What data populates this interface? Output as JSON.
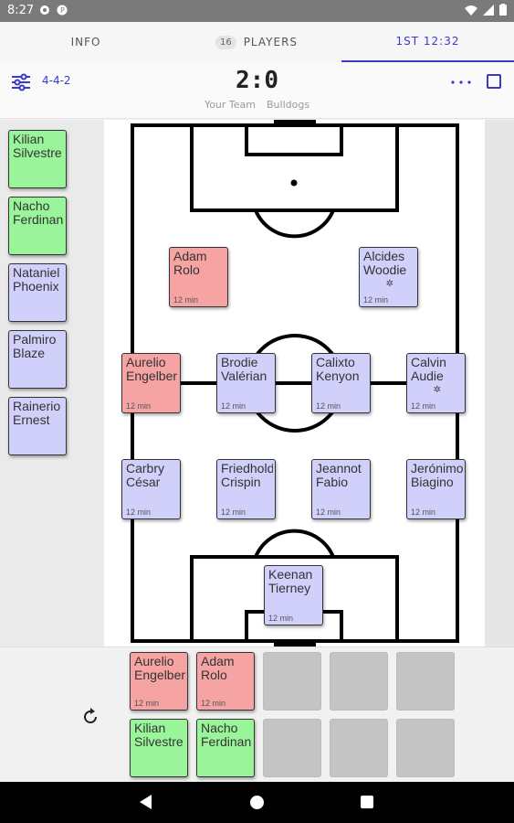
{
  "status": {
    "time": "8:27"
  },
  "tabs": {
    "info": "INFO",
    "players_count": "16",
    "players": "PLAYERS",
    "time": "1ST 12:32"
  },
  "score": {
    "formation": "4-4-2",
    "score": "2:0",
    "home": "Your Team",
    "away": "Bulldogs"
  },
  "bench": [
    {
      "name": "Kilian\nSilvestre",
      "color": "green"
    },
    {
      "name": "Nacho\nFerdinan",
      "color": "green"
    },
    {
      "name": "Nataniel\nPhoenix",
      "color": "blue"
    },
    {
      "name": "Palmiro\nBlaze",
      "color": "blue"
    },
    {
      "name": "Rainerio\nErnest",
      "color": "blue"
    }
  ],
  "field": {
    "forwards": [
      {
        "name": "Adam\nRolo",
        "minutes": "12 min",
        "color": "red"
      },
      {
        "name": "Alcides\nWoodie",
        "minutes": "12 min",
        "color": "blue",
        "star": "✲"
      }
    ],
    "midfield": [
      {
        "name": "Aurelio\nEngelber",
        "minutes": "12 min",
        "color": "red"
      },
      {
        "name": "Brodie\nValérian",
        "minutes": "12 min",
        "color": "blue"
      },
      {
        "name": "Calixto\nKenyon",
        "minutes": "12 min",
        "color": "blue"
      },
      {
        "name": "Calvin\nAudie",
        "minutes": "12 min",
        "color": "blue",
        "star": "✲"
      }
    ],
    "defense": [
      {
        "name": "Carbry\nCésar",
        "minutes": "12 min",
        "color": "blue"
      },
      {
        "name": "Friedhold\nCrispin",
        "minutes": "12 min",
        "color": "blue"
      },
      {
        "name": "Jeannot\nFabio",
        "minutes": "12 min",
        "color": "blue"
      },
      {
        "name": "Jerónimo\nBiagino",
        "minutes": "12 min",
        "color": "blue"
      }
    ],
    "goalkeeper": {
      "name": "Keenan\nTierney",
      "minutes": "12 min",
      "color": "blue"
    }
  },
  "subs": {
    "out": [
      {
        "name": "Aurelio\nEngelber",
        "minutes": "12 min",
        "color": "red"
      },
      {
        "name": "Adam\nRolo",
        "minutes": "12 min",
        "color": "red"
      }
    ],
    "in": [
      {
        "name": "Kilian\nSilvestre",
        "color": "green"
      },
      {
        "name": "Nacho\nFerdinan",
        "color": "green"
      }
    ]
  },
  "colors": {
    "accent": "#3a39c8",
    "green": "#9af59a",
    "red": "#f5a3a3",
    "blue": "#d0d0fb"
  }
}
